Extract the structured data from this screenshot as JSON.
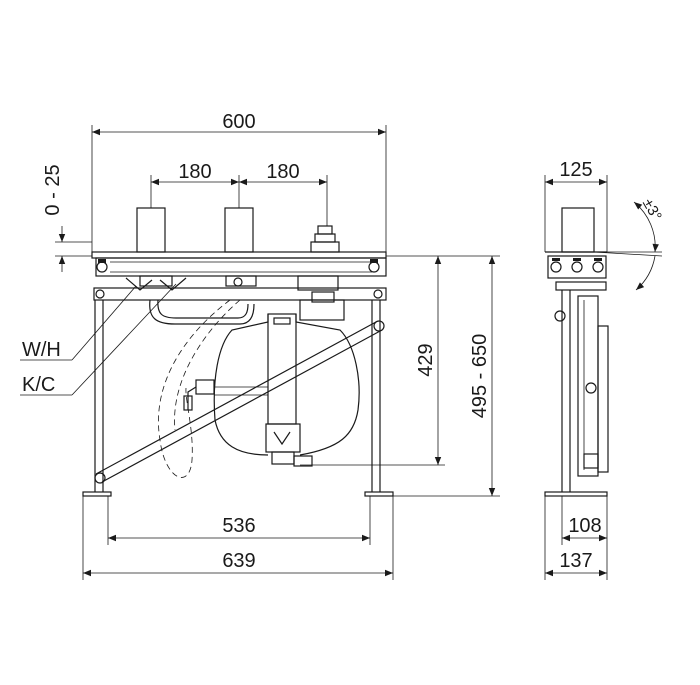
{
  "dimensions": {
    "overall_width": "600",
    "left_spacing": "180",
    "right_spacing": "180",
    "adjust_range": "0 - 25",
    "height_inner": "429",
    "height_range": "495 - 650",
    "feet_inner": "536",
    "feet_outer": "639",
    "side_top": "125",
    "side_inner": "108",
    "side_outer": "137",
    "tilt": "±3°"
  },
  "labels": {
    "hot_water": "W/H",
    "cold_water": "K/C"
  }
}
